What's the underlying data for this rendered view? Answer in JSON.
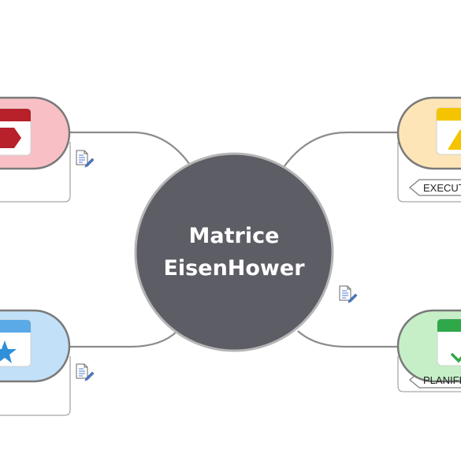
{
  "central": {
    "line1": "Matrice",
    "line2": "EisenHower",
    "fill": "#5c5d65",
    "stroke": "#b5b5b5"
  },
  "quadrants": [
    {
      "id": "top-left",
      "fill": "#f8c0c5",
      "icon": "red-calendar-arrow-icon",
      "accent": "#b8212a"
    },
    {
      "id": "top-right",
      "fill": "#fde5b8",
      "icon": "yellow-calendar-warning-icon",
      "accent": "#f5c400",
      "tag": "EXECUTER"
    },
    {
      "id": "bottom-left",
      "fill": "#c2e0f7",
      "icon": "blue-calendar-star-icon",
      "accent": "#2f8fd8"
    },
    {
      "id": "bottom-right",
      "fill": "#c6efc8",
      "icon": "green-calendar-check-icon",
      "accent": "#2fa84a",
      "tag": "PLANIFIER"
    }
  ],
  "colors": {
    "connector": "#8c8c8c",
    "box_border": "#a8a8a8",
    "node_border": "#7a7a7a"
  }
}
